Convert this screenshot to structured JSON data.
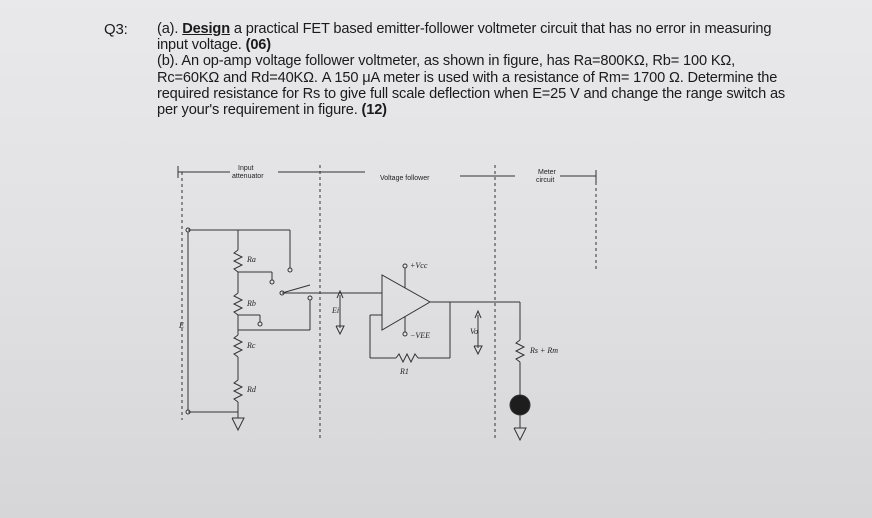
{
  "question": {
    "number": "Q3:",
    "part_a": {
      "prefix": "(a).",
      "keyword": "Design",
      "text": "a practical FET based emitter-follower voltmeter circuit that has no error in measuring input voltage.",
      "marks": "(06)"
    },
    "part_b": {
      "text": "(b). An op-amp voltage follower voltmeter, as shown in figure, has Ra=800KΩ, Rb= 100 KΩ, Rc=60KΩ and Rd=40KΩ. A 150 μA meter is used with a resistance of Rm= 1700 Ω. Determine the required resistance for Rs to give full scale deflection when E=25 V and change the range switch as per your's requirement in figure.",
      "marks": "(12)"
    }
  },
  "figure": {
    "section_labels": {
      "input_attenuator_line1": "Input",
      "input_attenuator_line2": "attenuator",
      "voltage_follower": "Voltage follower",
      "meter_circuit_line1": "Meter",
      "meter_circuit_line2": "circuit"
    },
    "component_labels": {
      "ra": "Ra",
      "rb": "Rb",
      "rc": "Rc",
      "rd": "Rd",
      "e": "E",
      "ei": "Ei",
      "vcc_pos": "+Vcc",
      "vee_neg": "−VEE",
      "rf": "R1",
      "vo": "Vo",
      "rs_rm": "Rs + Rm"
    }
  }
}
